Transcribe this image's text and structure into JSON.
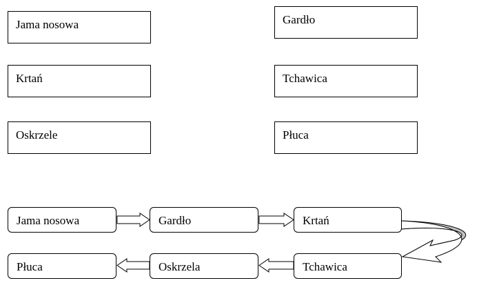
{
  "top_boxes": {
    "left": [
      "Jama nosowa",
      "Krtań",
      "Oskrzele"
    ],
    "right": [
      "Gardło",
      "Tchawica",
      "Płuca"
    ]
  },
  "flow": {
    "row1": [
      "Jama nosowa",
      "Gardło",
      "Krtań"
    ],
    "row2": [
      "Płuca",
      "Oskrzela",
      "Tchawica"
    ]
  },
  "colors": {
    "border": "#000000",
    "curved_arrow_fill": "#c0c0c0"
  }
}
